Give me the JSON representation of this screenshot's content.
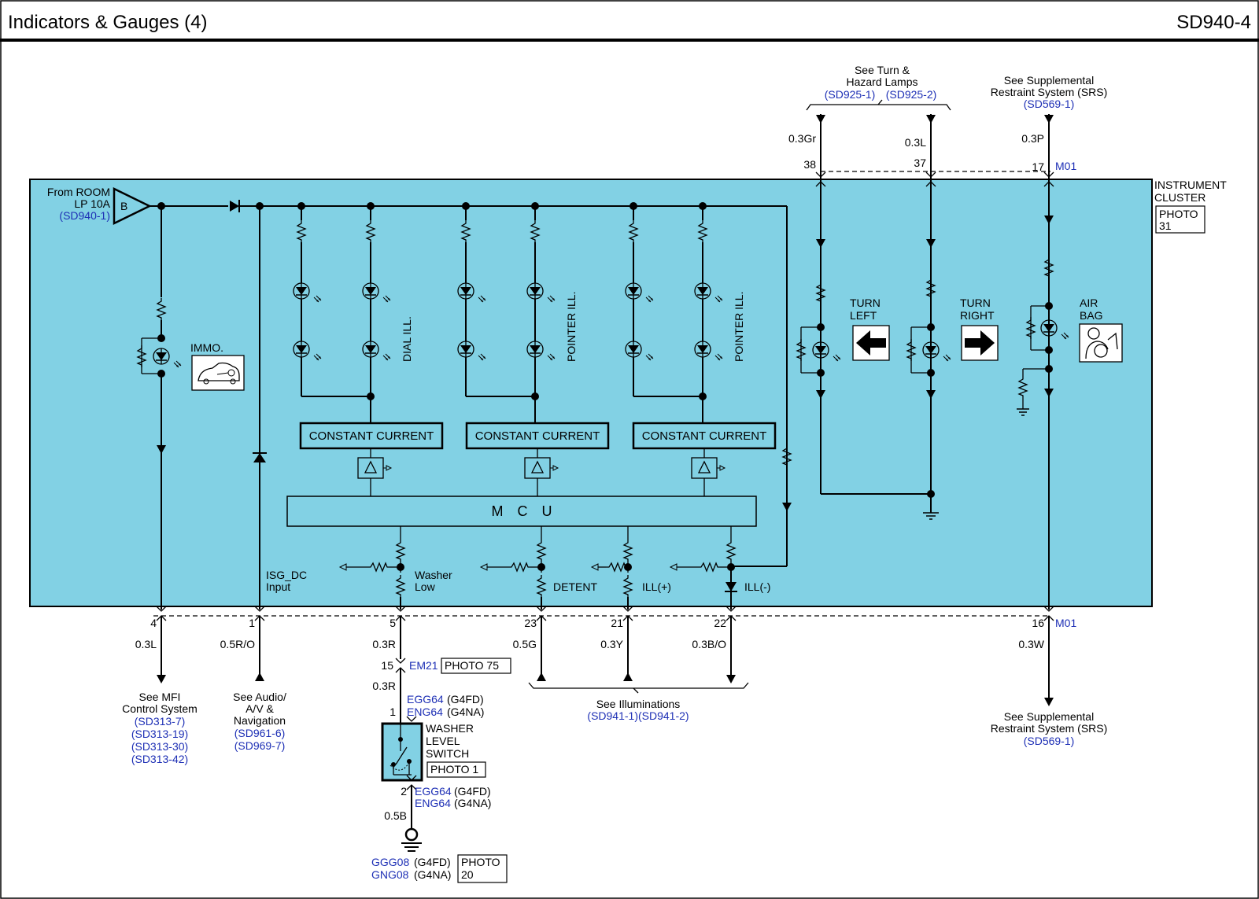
{
  "header": {
    "title": "Indicators & Gauges (4)",
    "code": "SD940-4"
  },
  "cluster": {
    "label_1": "INSTRUMENT",
    "label_2": "CLUSTER",
    "photo_1": "PHOTO",
    "photo_2": "31"
  },
  "power": {
    "from_1": "From ROOM",
    "from_2": "LP 10A",
    "ref": "(SD940-1)",
    "b": "B"
  },
  "top": {
    "turn_title_1": "See Turn &",
    "turn_title_2": "Hazard Lamps",
    "turn_ref_1": "(SD925-1)",
    "turn_ref_2": "(SD925-2)",
    "srs_title_1": "See Supplemental",
    "srs_title_2": "Restraint System (SRS)",
    "srs_ref": "(SD569-1)",
    "wire_38": "0.3Gr",
    "wire_37": "0.3L",
    "wire_17": "0.3P",
    "pin_38": "38",
    "pin_37": "37",
    "pin_17": "17",
    "conn": "M01"
  },
  "internal": {
    "immo": "IMMO.",
    "dial": "DIAL ILL.",
    "pointer_1": "POINTER ILL.",
    "pointer_2": "POINTER ILL.",
    "cc_1": "CONSTANT CURRENT",
    "cc_2": "CONSTANT CURRENT",
    "cc_3": "CONSTANT CURRENT",
    "mcu": "MCU",
    "isg_1": "ISG_DC",
    "isg_2": "Input",
    "washer_1": "Washer",
    "washer_2": "Low",
    "detent": "DETENT",
    "ill_plus": "ILL(+)",
    "ill_minus": "ILL(-)",
    "turn_left_1": "TURN",
    "turn_left_2": "LEFT",
    "turn_right_1": "TURN",
    "turn_right_2": "RIGHT",
    "airbag_1": "AIR",
    "airbag_2": "BAG"
  },
  "bottom": {
    "pin_4": "4",
    "pin_1": "1",
    "pin_5": "5",
    "pin_23": "23",
    "pin_21": "21",
    "pin_22": "22",
    "pin_16": "16",
    "conn": "M01",
    "wire_4": "0.3L",
    "wire_1": "0.5R/O",
    "wire_5": "0.3R",
    "wire_23": "0.5G",
    "wire_21": "0.3Y",
    "wire_22": "0.3B/O",
    "wire_16": "0.3W",
    "mfi_1": "See MFI",
    "mfi_2": "Control System",
    "mfi_refs": [
      "(SD313-7)",
      "(SD313-19)",
      "(SD313-30)",
      "(SD313-42)"
    ],
    "audio_1": "See Audio/",
    "audio_2": "A/V &",
    "audio_3": "Navigation",
    "audio_refs": [
      "(SD961-6)",
      "(SD969-7)"
    ],
    "illum_title": "See Illuminations",
    "illum_ref": "(SD941-1)(SD941-2)",
    "srs_1": "See Supplemental",
    "srs_2": "Restraint System (SRS)",
    "srs_ref": "(SD569-1)"
  },
  "washer": {
    "em_pin": "15",
    "em_conn": "EM21",
    "em_photo": "PHOTO 75",
    "wire_mid": "0.3R",
    "pin_1": "1",
    "egg_top": "EGG64",
    "g4fd_top": "(G4FD)",
    "eng_top": "ENG64",
    "g4na_top": "(G4NA)",
    "sw_1": "WASHER",
    "sw_2": "LEVEL",
    "sw_3": "SWITCH",
    "sw_photo": "PHOTO 1",
    "pin_2": "2",
    "egg_bot": "EGG64",
    "g4fd_bot": "(G4FD)",
    "eng_bot": "ENG64",
    "g4na_bot": "(G4NA)",
    "wire_gnd": "0.5B",
    "ggg": "GGG08",
    "ggg_v": "(G4FD)",
    "gng": "GNG08",
    "gng_v": "(G4NA)",
    "gnd_photo_1": "PHOTO",
    "gnd_photo_2": "20"
  },
  "colors": {
    "cluster_fill": "#82d1e4",
    "ref_blue": "#1d2fb5"
  }
}
